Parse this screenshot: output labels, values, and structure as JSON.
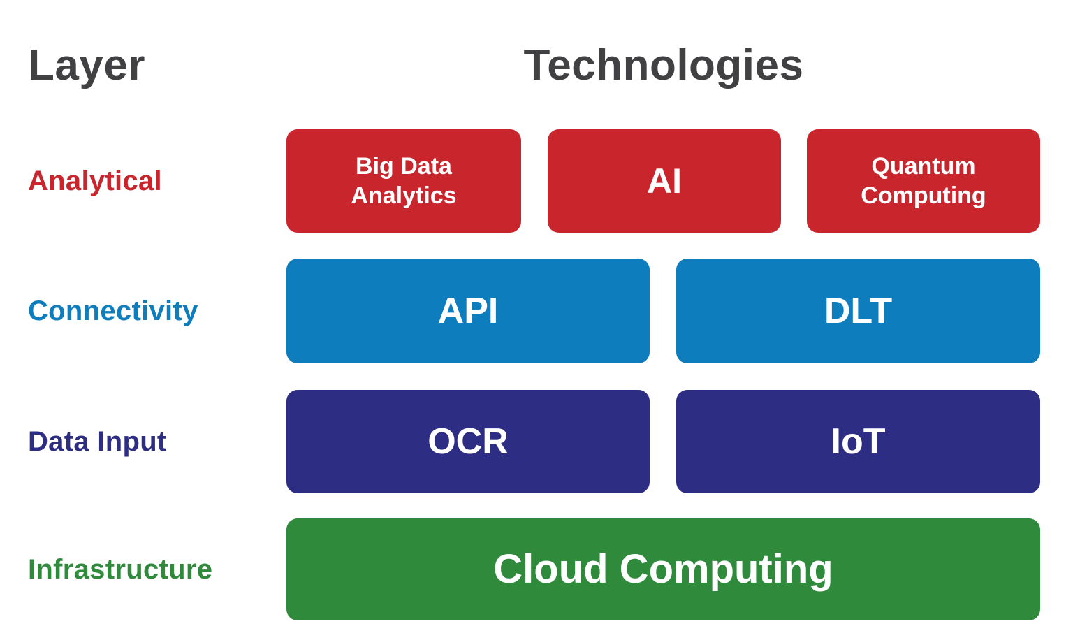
{
  "header": {
    "layer": "Layer",
    "technologies": "Technologies"
  },
  "colors": {
    "heading": "#414042",
    "red": "#C8252C",
    "blue": "#0E7DBE",
    "navy": "#2D2E83",
    "green": "#2F8A3C",
    "box_text": "#FFFFFF",
    "background": "#FFFFFF"
  },
  "rows": [
    {
      "label": "Analytical",
      "color": "#C8252C",
      "boxes": [
        "Big Data Analytics",
        "AI",
        "Quantum Computing"
      ]
    },
    {
      "label": "Connectivity",
      "color": "#0E7DBE",
      "boxes": [
        "API",
        "DLT"
      ]
    },
    {
      "label": "Data Input",
      "color": "#2D2E83",
      "boxes": [
        "OCR",
        "IoT"
      ]
    },
    {
      "label": "Infrastructure",
      "color": "#2F8A3C",
      "boxes": [
        "Cloud Computing"
      ]
    }
  ]
}
